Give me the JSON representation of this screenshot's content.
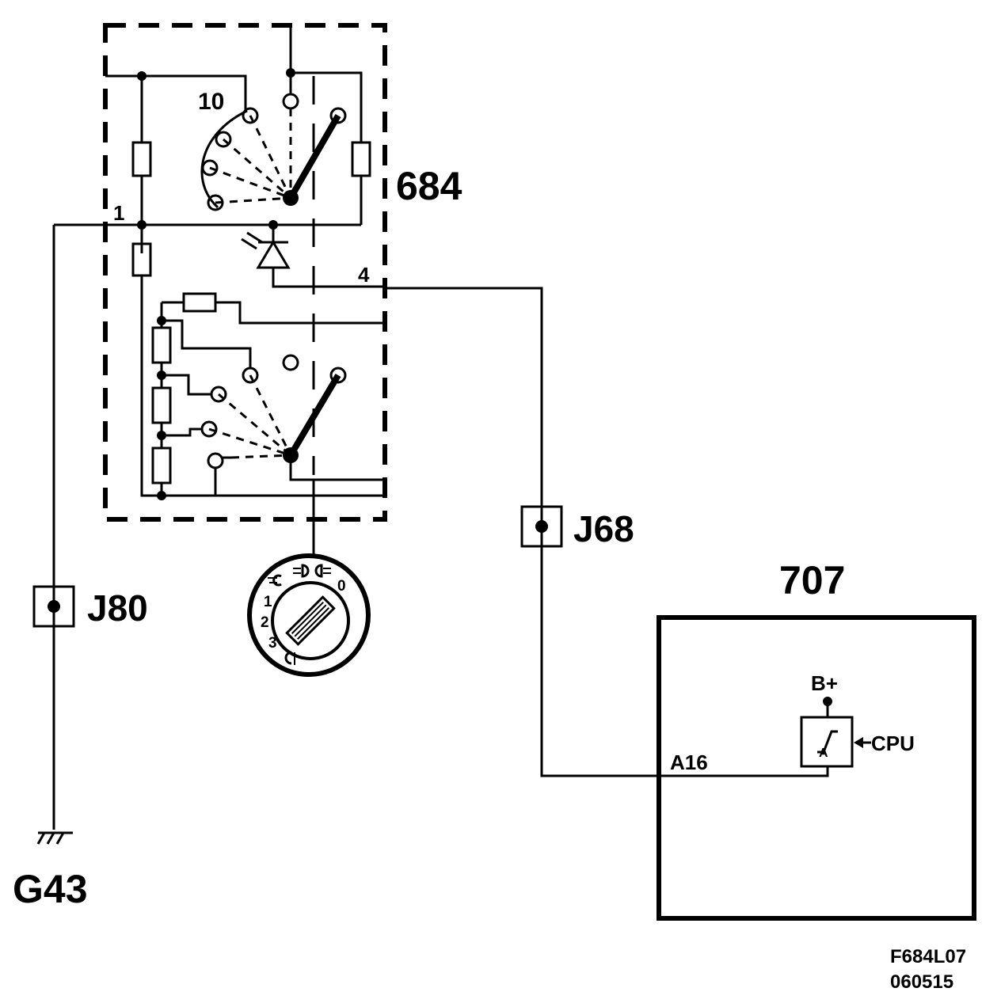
{
  "components": {
    "switch_unit": "684",
    "control_module": "707"
  },
  "connectors": {
    "j80": "J80",
    "j68": "J68"
  },
  "ground": "G43",
  "pins": {
    "pin1": "1",
    "pin4": "4",
    "pin10": "10",
    "a16": "A16"
  },
  "module_labels": {
    "supply": "B+",
    "cpu": "CPU",
    "transistor": "A"
  },
  "knob_positions": [
    "0",
    "1",
    "2",
    "3"
  ],
  "knob_symbols": [
    "sidelight-symbol",
    "parking-light-symbol",
    "headlight-symbol",
    "fog-symbol"
  ],
  "footer": {
    "code": "F684L07",
    "date": "060515"
  },
  "colors": {
    "ink": "#000000",
    "background": "#ffffff"
  }
}
